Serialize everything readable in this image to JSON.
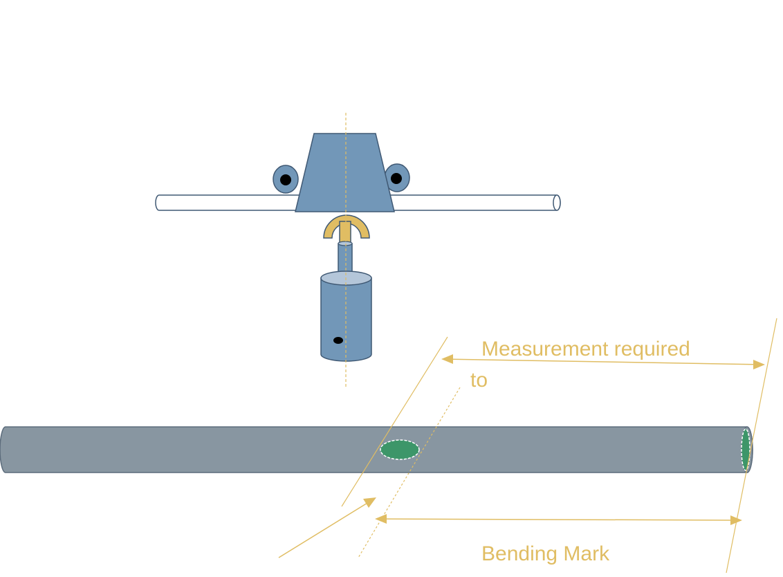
{
  "labels": {
    "measurement_line1": "Measurement required",
    "measurement_line2": "to",
    "bending_mark": "Bending Mark"
  },
  "colors": {
    "steel_blue": "#7297b8",
    "dark_outline": "#3f5873",
    "pipe_grey": "#8896a1",
    "pipe_outline": "#5b6b7b",
    "gold": "#e0bd63",
    "green": "#3d9669",
    "black": "#000000",
    "white": "#ffffff",
    "cap": "#b4c6d9"
  },
  "icons": {
    "bender_die": "trapezoid-die-icon",
    "roller": "roller-icon",
    "hook": "gold-hook-icon",
    "ram": "hydraulic-ram-icon",
    "pipe": "pipe-icon",
    "bend_mark": "green-mark-icon"
  }
}
